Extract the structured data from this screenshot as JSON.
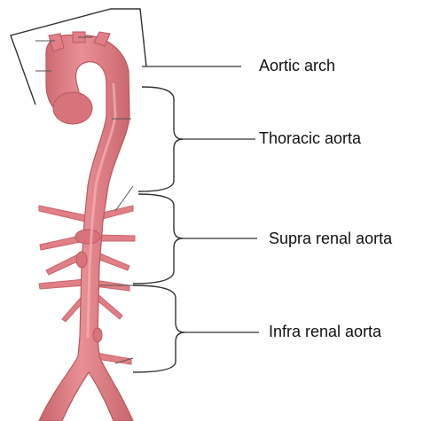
{
  "labels": {
    "aortic_arch": "Aortic arch",
    "thoracic_aorta": "Thoracic aorta",
    "supra_renal_aorta": "Supra renal aorta",
    "infra_renal_aorta": "Infra renal aorta"
  },
  "colors": {
    "vessel_fill": "#e07f86",
    "vessel_shade": "#c9646c",
    "vessel_highlight": "#f2b3b6",
    "bracket": "#333333"
  }
}
